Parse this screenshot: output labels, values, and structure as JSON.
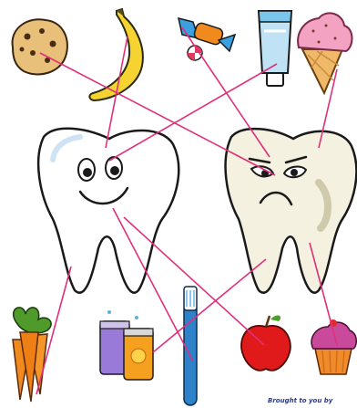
{
  "worksheet": {
    "items": [
      {
        "name": "cookie-icon",
        "group": "top"
      },
      {
        "name": "banana-icon",
        "group": "top"
      },
      {
        "name": "candy-icon",
        "group": "top"
      },
      {
        "name": "toothpaste-icon",
        "group": "top"
      },
      {
        "name": "ice-cream-icon",
        "group": "top"
      },
      {
        "name": "happy-tooth-icon",
        "group": "middle"
      },
      {
        "name": "sad-tooth-icon",
        "group": "middle"
      },
      {
        "name": "carrots-icon",
        "group": "bottom"
      },
      {
        "name": "soda-cans-icon",
        "group": "bottom"
      },
      {
        "name": "toothbrush-icon",
        "group": "bottom"
      },
      {
        "name": "apple-icon",
        "group": "bottom"
      },
      {
        "name": "cupcake-icon",
        "group": "bottom"
      }
    ],
    "connections": [
      {
        "from": "cookie-icon",
        "to": "sad-tooth-icon"
      },
      {
        "from": "banana-icon",
        "to": "happy-tooth-icon"
      },
      {
        "from": "candy-icon",
        "to": "sad-tooth-icon"
      },
      {
        "from": "toothpaste-icon",
        "to": "happy-tooth-icon"
      },
      {
        "from": "ice-cream-icon",
        "to": "sad-tooth-icon"
      },
      {
        "from": "carrots-icon",
        "to": "happy-tooth-icon"
      },
      {
        "from": "soda-cans-icon",
        "to": "sad-tooth-icon"
      },
      {
        "from": "toothbrush-icon",
        "to": "happy-tooth-icon"
      },
      {
        "from": "apple-icon",
        "to": "happy-tooth-icon"
      },
      {
        "from": "cupcake-icon",
        "to": "sad-tooth-icon"
      }
    ],
    "line_color": "#e0307a",
    "credit_text": "Brought to you by"
  }
}
